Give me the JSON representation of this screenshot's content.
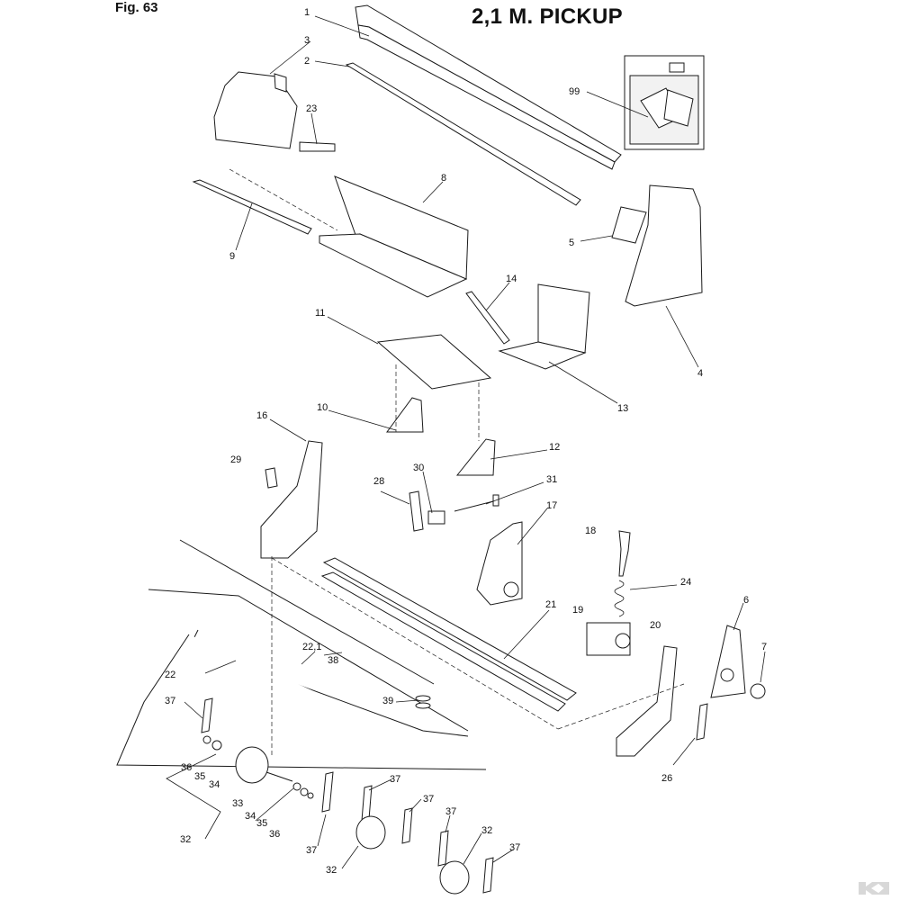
{
  "figure": {
    "fig_label": "Fig. 63",
    "title": "2,1 M. PICKUP"
  },
  "callouts": [
    {
      "id": "c1",
      "label": "1"
    },
    {
      "id": "c2",
      "label": "2"
    },
    {
      "id": "c3",
      "label": "3"
    },
    {
      "id": "c23",
      "label": "23"
    },
    {
      "id": "c99",
      "label": "99"
    },
    {
      "id": "c8",
      "label": "8"
    },
    {
      "id": "c9",
      "label": "9"
    },
    {
      "id": "c5",
      "label": "5"
    },
    {
      "id": "c4",
      "label": "4"
    },
    {
      "id": "c14",
      "label": "14"
    },
    {
      "id": "c13",
      "label": "13"
    },
    {
      "id": "c11",
      "label": "11"
    },
    {
      "id": "c10",
      "label": "10"
    },
    {
      "id": "c12",
      "label": "12"
    },
    {
      "id": "c16",
      "label": "16"
    },
    {
      "id": "c29",
      "label": "29"
    },
    {
      "id": "c30",
      "label": "30"
    },
    {
      "id": "c28",
      "label": "28"
    },
    {
      "id": "c31",
      "label": "31"
    },
    {
      "id": "c17",
      "label": "17"
    },
    {
      "id": "c18",
      "label": "18"
    },
    {
      "id": "c24",
      "label": "24"
    },
    {
      "id": "c19",
      "label": "19"
    },
    {
      "id": "c21",
      "label": "21"
    },
    {
      "id": "c6",
      "label": "6"
    },
    {
      "id": "c20",
      "label": "20"
    },
    {
      "id": "c7",
      "label": "7"
    },
    {
      "id": "c22_1",
      "label": "22,1"
    },
    {
      "id": "c38",
      "label": "38"
    },
    {
      "id": "c22",
      "label": "22"
    },
    {
      "id": "c39",
      "label": "39"
    },
    {
      "id": "c37a",
      "label": "37"
    },
    {
      "id": "c36a",
      "label": "36"
    },
    {
      "id": "c35a",
      "label": "35"
    },
    {
      "id": "c34a",
      "label": "34"
    },
    {
      "id": "c33",
      "label": "33"
    },
    {
      "id": "c34b",
      "label": "34"
    },
    {
      "id": "c35b",
      "label": "35"
    },
    {
      "id": "c36b",
      "label": "36"
    },
    {
      "id": "c32a",
      "label": "32"
    },
    {
      "id": "c37b",
      "label": "37"
    },
    {
      "id": "c37c",
      "label": "37"
    },
    {
      "id": "c37d",
      "label": "37"
    },
    {
      "id": "c32b",
      "label": "32"
    },
    {
      "id": "c37e",
      "label": "37"
    },
    {
      "id": "c32c",
      "label": "32"
    },
    {
      "id": "c37f",
      "label": "37"
    },
    {
      "id": "c26",
      "label": "26"
    }
  ]
}
